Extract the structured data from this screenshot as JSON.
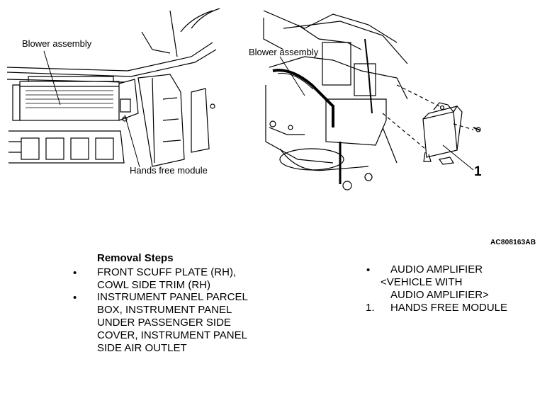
{
  "figure": {
    "left_label_blower": "Blower assembly",
    "left_label_hfm": "Hands free module",
    "right_label_blower": "Blower assembly",
    "callout_number": "1",
    "code": "AC808163AB"
  },
  "removal": {
    "title": "Removal Steps",
    "left_steps": [
      {
        "marker": "•",
        "lines": [
          "FRONT SCUFF PLATE (RH),",
          "COWL SIDE TRIM (RH)"
        ]
      },
      {
        "marker": "•",
        "lines": [
          "INSTRUMENT PANEL PARCEL",
          "BOX, INSTRUMENT PANEL",
          "UNDER PASSENGER SIDE",
          "COVER, INSTRUMENT PANEL",
          "SIDE AIR OUTLET"
        ]
      }
    ],
    "right_steps": [
      {
        "marker": "•",
        "lines": [
          "AUDIO AMPLIFIER",
          "<VEHICLE WITH",
          "AUDIO AMPLIFIER>"
        ]
      },
      {
        "marker": "1.",
        "lines": [
          "HANDS FREE MODULE"
        ]
      }
    ]
  }
}
